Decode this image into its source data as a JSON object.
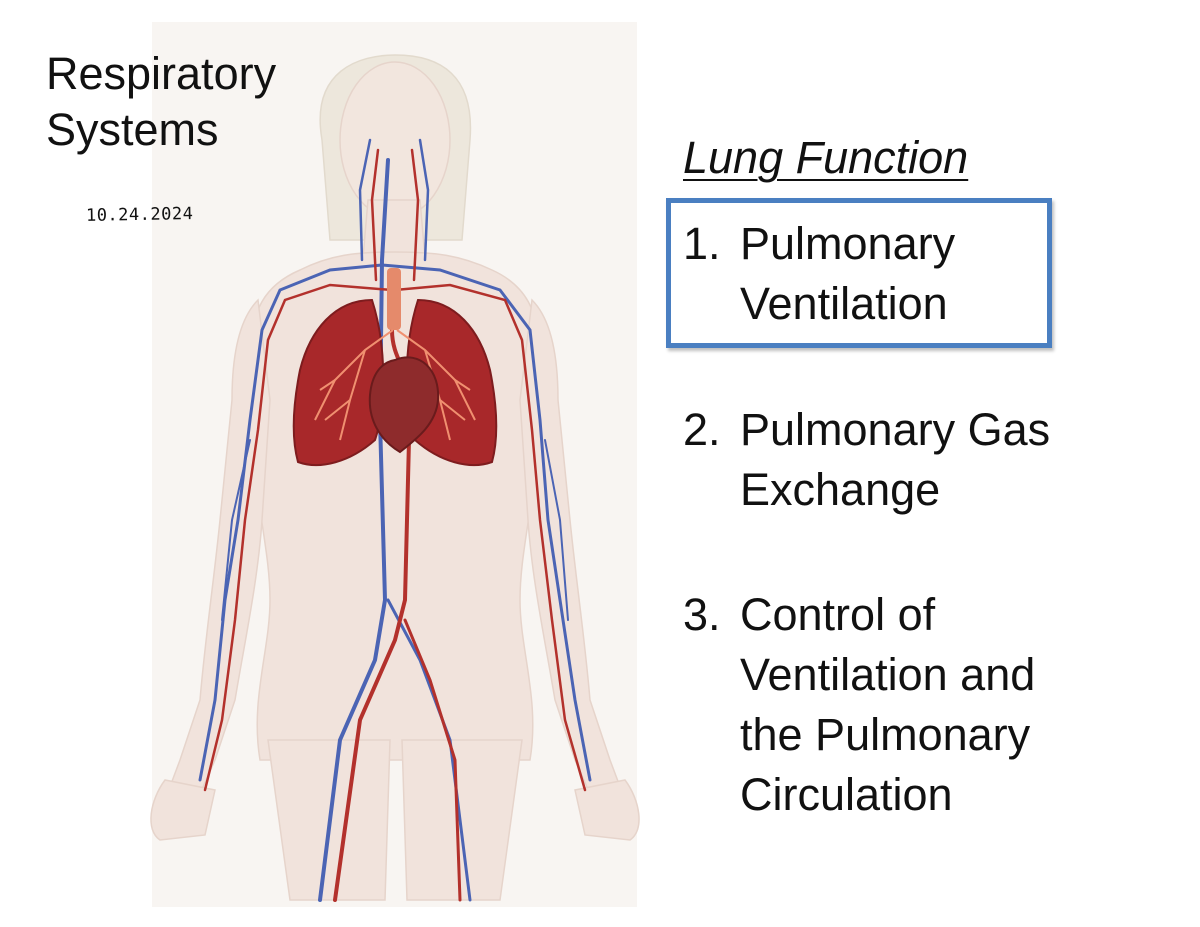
{
  "slide": {
    "title_lines": [
      "Respiratory",
      "Systems"
    ],
    "date": "10.24.2024"
  },
  "lung_function": {
    "heading": "Lung Function",
    "items": [
      {
        "number": "1.",
        "lines": [
          "Pulmonary",
          "Ventilation"
        ],
        "highlighted": true
      },
      {
        "number": "2.",
        "lines": [
          "Pulmonary Gas",
          "Exchange"
        ],
        "highlighted": false
      },
      {
        "number": "3.",
        "lines": [
          "Control of",
          "Ventilation and",
          "the Pulmonary",
          "Circulation"
        ],
        "highlighted": false
      }
    ]
  },
  "colors": {
    "highlight_border": "#4a7fc1",
    "artery_red": "#b3312c",
    "vein_blue": "#4b64b4",
    "lung": "#a8282a",
    "skin": "#f3e6df"
  },
  "illustration": {
    "icon": "human-circulatory-respiratory-anatomy"
  }
}
